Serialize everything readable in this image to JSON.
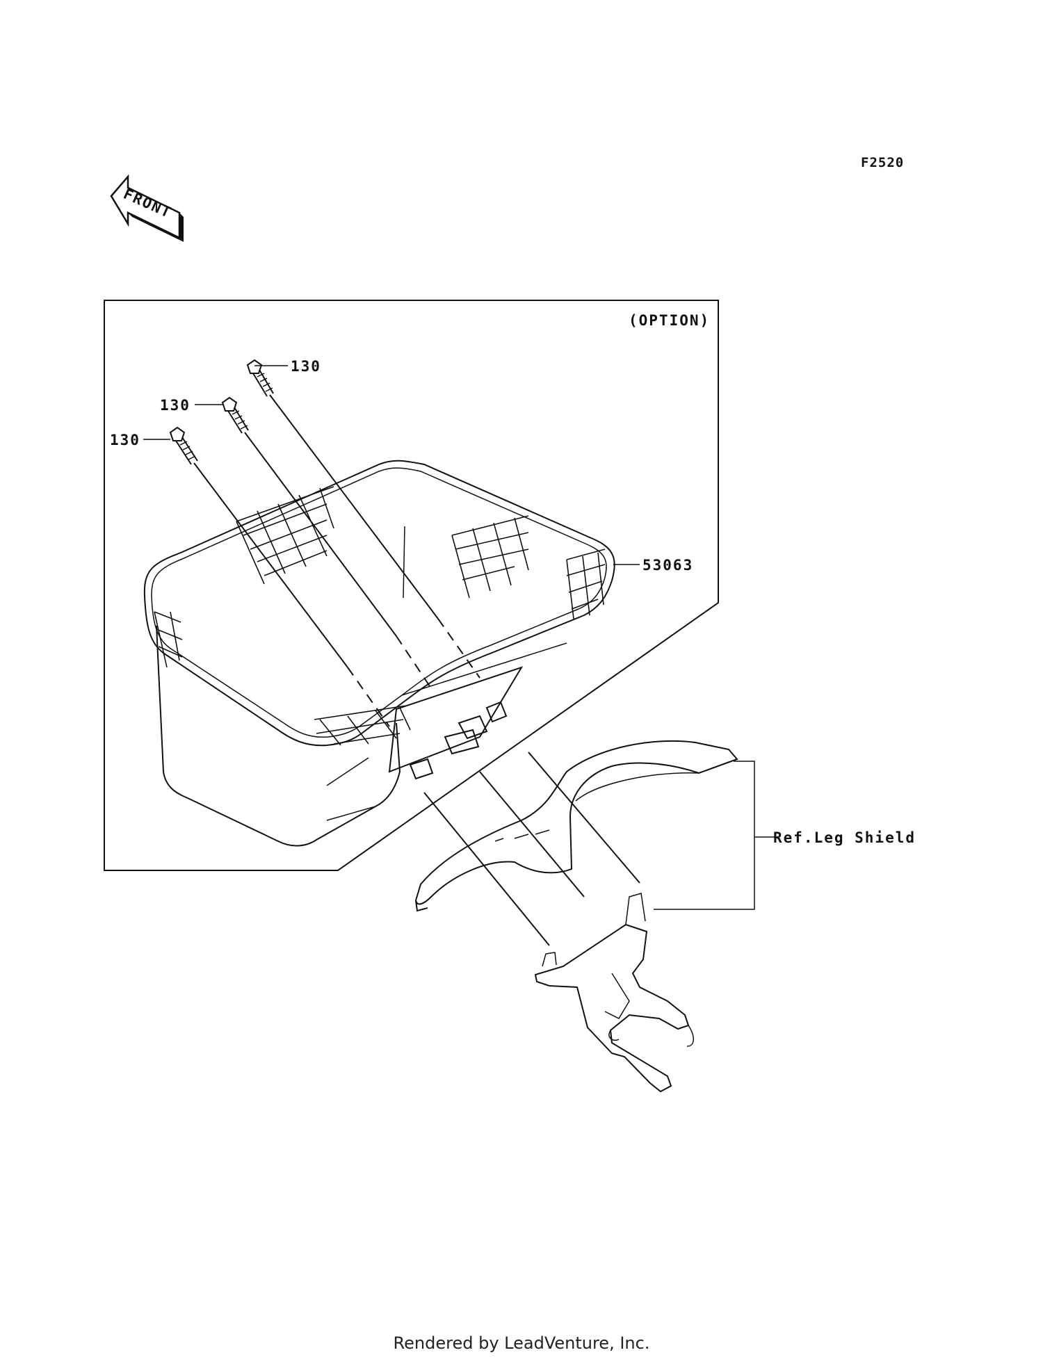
{
  "diagram_code": "F2520",
  "front_arrow_label": "FRONT",
  "option_label": "(OPTION)",
  "parts": [
    {
      "number": "130"
    },
    {
      "number": "130"
    },
    {
      "number": "130"
    },
    {
      "number": "53063"
    }
  ],
  "reference_label": "Ref.Leg Shield",
  "footer_text": "Rendered by LeadVenture, Inc."
}
